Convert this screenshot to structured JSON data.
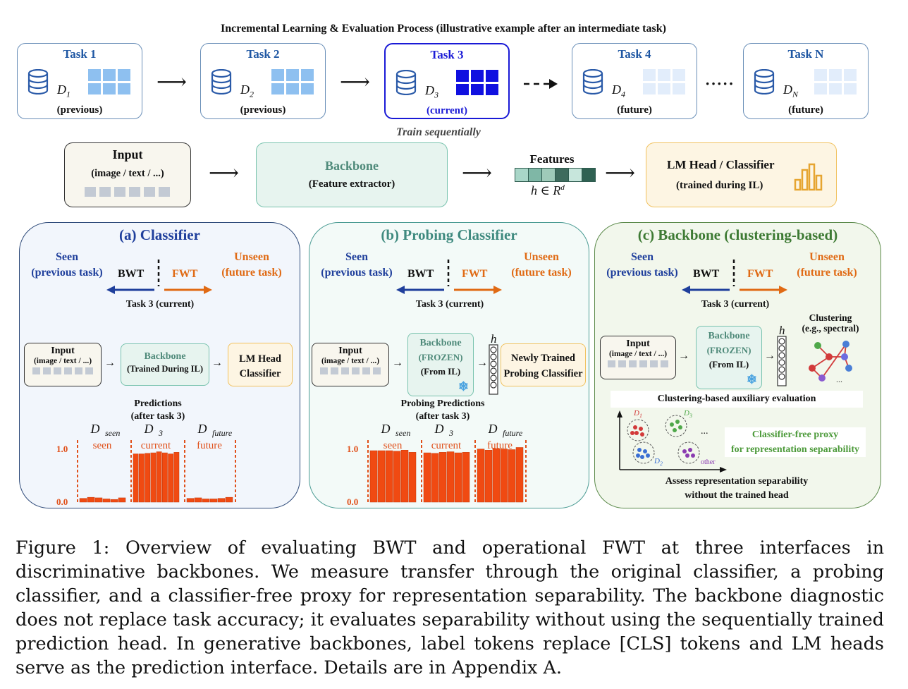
{
  "header": {
    "title": "Incremental Learning & Evaluation Process (illustrative example after an intermediate task)"
  },
  "tasks": [
    {
      "name": "Task 1",
      "data": "D",
      "sub": "1",
      "status": "(previous)",
      "state": "prev"
    },
    {
      "name": "Task 2",
      "data": "D",
      "sub": "2",
      "status": "(previous)",
      "state": "prev"
    },
    {
      "name": "Task 3",
      "data": "D",
      "sub": "3",
      "status": "(current)",
      "state": "cur"
    },
    {
      "name": "Task 4",
      "data": "D",
      "sub": "4",
      "status": "(future)",
      "state": "fut"
    },
    {
      "name": "Task N",
      "data": "D",
      "sub": "N",
      "status": "(future)",
      "state": "fut"
    }
  ],
  "train_label": "Train sequentially",
  "pipeline": {
    "input_title": "Input",
    "input_sub": "(image / text / ...)",
    "backbone_title": "Backbone",
    "backbone_sub": "(Feature extractor)",
    "features_title": "Features",
    "features_math": "h ∈ R",
    "features_sup": "d",
    "head_title": "LM Head / Classifier",
    "head_sub": "(trained during IL)"
  },
  "common": {
    "seen": "Seen",
    "seen_sub": "(previous task)",
    "unseen": "Unseen",
    "unseen_sub": "(future task)",
    "bwt": "BWT",
    "fwt": "FWT",
    "current_task": "Task 3 (current)",
    "h": "h",
    "y_top": "1.0",
    "y_bottom": "0.0",
    "d_label": "D",
    "seen_sub_d": "seen",
    "cur_sub_d": "3",
    "fut_sub_d": "future",
    "seen_word": "seen",
    "current_word": "current",
    "future_word": "future"
  },
  "panel_a": {
    "title": "(a) Classifier",
    "input": "Input",
    "input_sub": "(image / text / ...)",
    "backbone": "Backbone",
    "backbone_sub": "(Trained During IL)",
    "head": "LM Head Classifier",
    "pred_title": "Predictions",
    "pred_sub": "(after task 3)"
  },
  "panel_b": {
    "title": "(b) Probing Classifier",
    "input": "Input",
    "input_sub": "(image / text / ...)",
    "backbone": "Backbone",
    "frozen": "(FROZEN)",
    "from_il": "(From IL)",
    "probe": "Newly Trained Probing Classifier",
    "pred_title": "Probing Predictions",
    "pred_sub": "(after task 3)"
  },
  "panel_c": {
    "title": "(c) Backbone (clustering-based)",
    "input": "Input",
    "input_sub": "(image / text / ...)",
    "backbone": "Backbone",
    "frozen": "(FROZEN)",
    "from_il": "(From IL)",
    "clustering": "Clustering",
    "clustering_sub": "(e.g., spectral)",
    "aux": "Clustering-based auxiliary evaluation",
    "proxy": "Classifier-free proxy",
    "proxy_sub": "for representation separability",
    "assess": "Assess representation separability",
    "assess_sub": "without the trained head",
    "d1": "D",
    "d1s": "1",
    "d2": "D",
    "d2s": "2",
    "d3": "D",
    "d3s": "3",
    "other": "other",
    "dots": "..."
  },
  "chart_data": [
    {
      "type": "bar",
      "panel": "(a) Classifier",
      "ylim": [
        0.0,
        1.0
      ],
      "groups": [
        "seen",
        "current",
        "future"
      ],
      "series": [
        {
          "name": "seen",
          "values": [
            0.07,
            0.09,
            0.08,
            0.06,
            0.05,
            0.08
          ]
        },
        {
          "name": "current",
          "values": [
            0.9,
            0.9,
            0.91,
            0.92,
            0.94,
            0.92,
            0.9,
            0.93
          ]
        },
        {
          "name": "future",
          "values": [
            0.07,
            0.08,
            0.06,
            0.06,
            0.07,
            0.09
          ]
        }
      ]
    },
    {
      "type": "bar",
      "panel": "(b) Probing Classifier",
      "ylim": [
        0.0,
        1.0
      ],
      "groups": [
        "seen",
        "current",
        "future"
      ],
      "series": [
        {
          "name": "seen",
          "values": [
            0.96,
            0.96,
            0.96,
            0.95,
            0.97,
            0.93
          ]
        },
        {
          "name": "current",
          "values": [
            0.92,
            0.91,
            0.93,
            0.94,
            0.92,
            0.93
          ]
        },
        {
          "name": "future",
          "values": [
            0.99,
            0.97,
            1.0,
            0.99,
            0.98,
            1.02
          ]
        }
      ]
    }
  ],
  "caption": "Figure 1: Overview of evaluating BWT and operational FWT at three interfaces in discriminative backbones. We measure transfer through the original classifier, a probing classifier, and a classifier-free proxy for representation separability. The backbone diagnostic does not replace task accuracy; it evaluates separability without using the sequentially trained prediction head. In generative backbones, label tokens replace [CLS] tokens and LM heads serve as the prediction interface. Details are in Appendix A."
}
